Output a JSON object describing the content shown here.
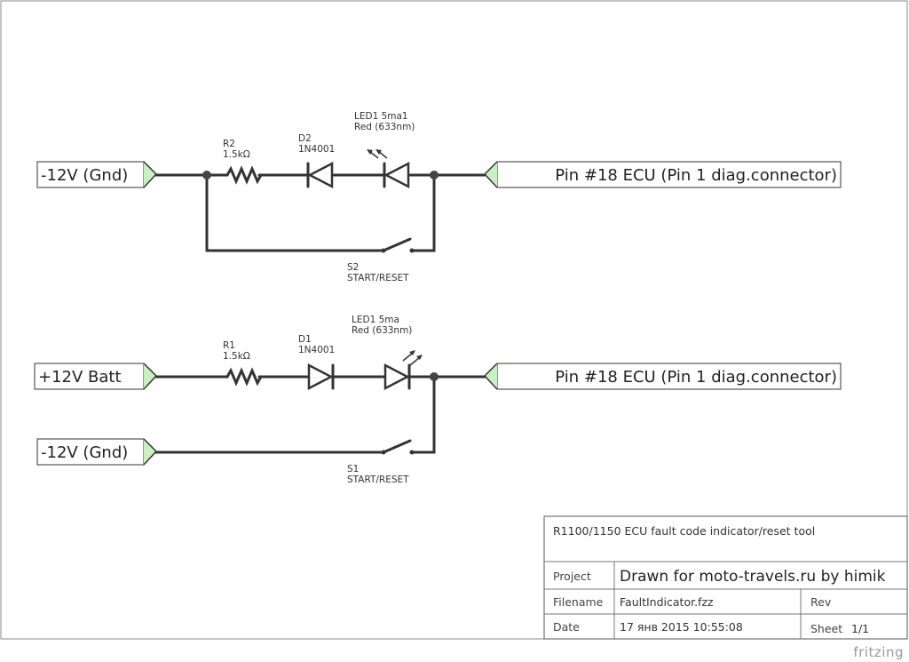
{
  "nets": {
    "gnd_top": "-12V (Gnd)",
    "ecu_top": "Pin #18 ECU (Pin 1 diag.connector)",
    "batt": "+12V Batt",
    "ecu_bottom": "Pin #18 ECU (Pin 1 diag.connector)",
    "gnd_bottom": "-12V (Gnd)"
  },
  "parts": {
    "r2": {
      "ref": "R2",
      "value": "1.5kΩ"
    },
    "d2": {
      "ref": "D2",
      "value": "1N4001"
    },
    "led_top": {
      "ref": "LED1 5ma1",
      "value": "Red (633nm)"
    },
    "s2": {
      "ref": "S2",
      "value": "START/RESET"
    },
    "r1": {
      "ref": "R1",
      "value": "1.5kΩ"
    },
    "d1": {
      "ref": "D1",
      "value": "1N4001"
    },
    "led_bottom": {
      "ref": "LED1 5ma",
      "value": "Red (633nm)"
    },
    "s1": {
      "ref": "S1",
      "value": "START/RESET"
    }
  },
  "title_block": {
    "title": "R1100/1150 ECU fault code indicator/reset tool",
    "project_label": "Project",
    "project_value": "Drawn for moto-travels.ru by himik",
    "filename_label": "Filename",
    "filename_value": "FaultIndicator.fzz",
    "rev_label": "Rev",
    "date_label": "Date",
    "date_value": "17 янв 2015 10:55:08",
    "sheet_label": "Sheet",
    "sheet_value": "1/1"
  },
  "logo": "fritzing",
  "colors": {
    "wire": "#333333",
    "connector_green": "#c8f0c0",
    "wire_red_tint": "#9b2020"
  }
}
